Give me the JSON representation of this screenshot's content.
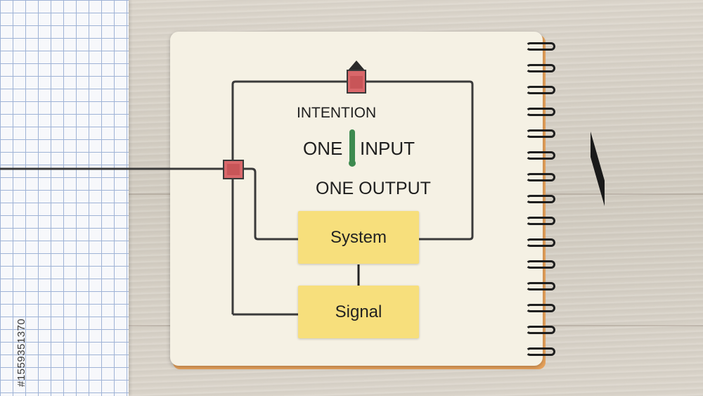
{
  "image_id_text": "#1559351370",
  "diagram": {
    "intention": "INTENTION",
    "one_left": "ONE",
    "input": "INPUT",
    "one_output": "ONE OUTPUT",
    "system_box": "System",
    "signal_box": "Signal"
  },
  "colors": {
    "line": "#3a3a3a",
    "node_red": "#d9676a",
    "indicator_green": "#3d8a4f",
    "sticky_yellow": "#f7df7c",
    "pen_body": "#1a1a1a",
    "pen_tip": "#cc2f3f"
  },
  "icons": [
    "node-square-icon",
    "arrow-up-icon",
    "spiral-binding-icon",
    "pen-icon"
  ]
}
